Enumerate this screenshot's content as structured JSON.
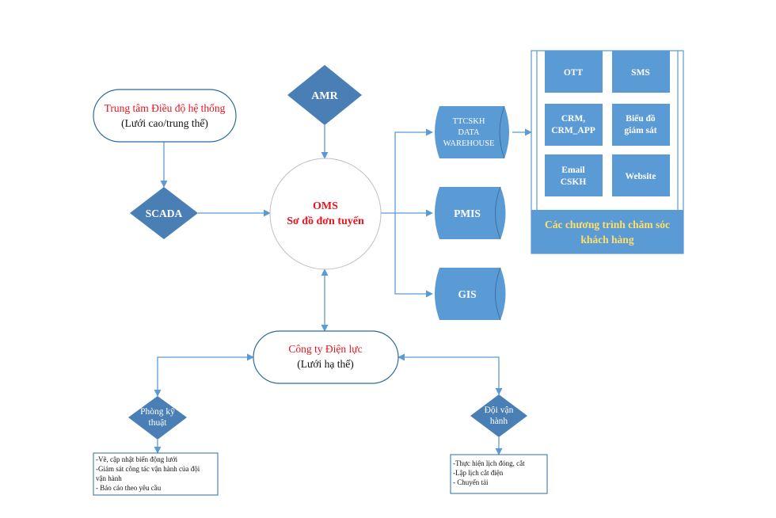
{
  "nodes": {
    "dispatch_center": {
      "line1": "Trung tâm Điều độ hệ thống",
      "line2": "(Lưới cao/trung thế)"
    },
    "amr": "AMR",
    "scada": "SCADA",
    "oms": {
      "line1": "OMS",
      "line2": "Sơ đồ đơn tuyến"
    },
    "power_company": {
      "line1": "Công ty Điện lực",
      "line2": "(Lưới hạ thế)"
    },
    "ttcskh": {
      "line1": "TTCSKH",
      "line2": "DATA",
      "line3": "WAREHOUSE"
    },
    "pmis": "PMIS",
    "gis": "GIS",
    "technical_dept": {
      "line1": "Phòng kỹ",
      "line2": "thuật"
    },
    "operations_team": {
      "line1": "Đội vận",
      "line2": "hành"
    }
  },
  "customer_care": {
    "tiles": [
      {
        "line1": "OTT",
        "line2": ""
      },
      {
        "line1": "SMS",
        "line2": ""
      },
      {
        "line1": "CRM,",
        "line2": "CRM_APP"
      },
      {
        "line1": "Biểu đồ",
        "line2": "giám sát"
      },
      {
        "line1": "Email",
        "line2": "CSKH"
      },
      {
        "line1": "Website",
        "line2": ""
      }
    ],
    "caption_line1": "Các chương trình chăm sóc",
    "caption_line2": "khách hàng"
  },
  "notes": {
    "technical": [
      "-Vẽ, cập nhật biến động lưới",
      "-Giám sát công tác vận hành của đội",
      "vận hành",
      "- Báo cáo theo yêu cầu"
    ],
    "operations": [
      "-Thực hiện lịch đóng, cắt",
      "-Lập lịch cắt điện",
      "- Chuyển tải"
    ]
  },
  "colors": {
    "connector": "#5b9bd5",
    "diamond": "#4a7fb5",
    "cylinder": "#5b9bd5",
    "tile": "#5b9bd5",
    "highlight_red": "#e8141c",
    "caption_yellow": "#ffe066"
  }
}
